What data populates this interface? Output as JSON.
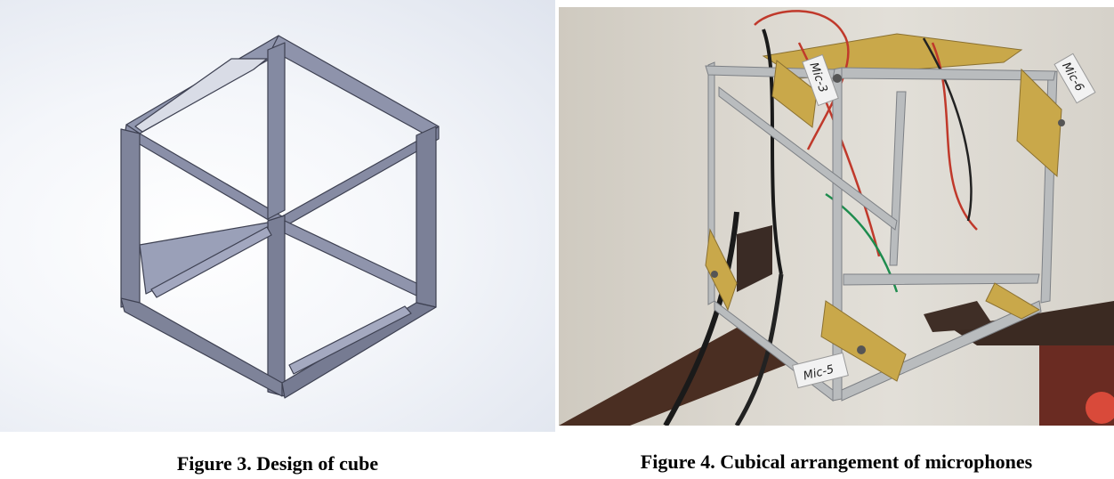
{
  "figures": [
    {
      "caption": "Figure 3. Design of cube",
      "image": "cad-cube-frame"
    },
    {
      "caption": "Figure 4. Cubical arrangement of microphones",
      "image": "photo-microphone-cube",
      "labels": [
        "Mic-5",
        "Mic-6",
        "Mic-3"
      ]
    }
  ],
  "colors": {
    "cad_frame": "#8a8fa8",
    "cad_edge": "#4a4d60",
    "photo_frame": "#b9bcbe",
    "pcb": "#c9a84a"
  }
}
